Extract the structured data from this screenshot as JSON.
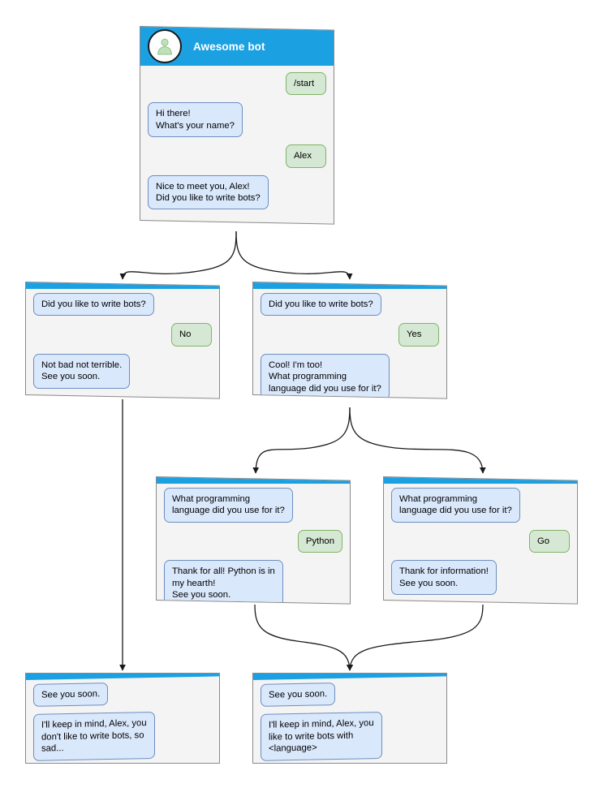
{
  "diagram": {
    "type": "chatbot-conversation-flowchart",
    "colors": {
      "header_blue": "#1ba1e2",
      "card_background": "#f4f4f4",
      "card_border": "#8a8a8a",
      "bot_bubble_fill": "#dae8fc",
      "bot_bubble_border": "#6c8ebf",
      "user_bubble_fill": "#d5e8d4",
      "user_bubble_border": "#82b366",
      "edge_color": "#1a1a1a",
      "page_background": "#ffffff"
    }
  },
  "root": {
    "bot_name": "Awesome bot",
    "avatar_icon": "person-avatar-icon",
    "messages": [
      {
        "side": "user",
        "text": "/start"
      },
      {
        "side": "bot",
        "text": "Hi there!\nWhat's your name?"
      },
      {
        "side": "user",
        "text": "Alex"
      },
      {
        "side": "bot",
        "text": "Nice to meet you, Alex!\nDid you like to write bots?"
      }
    ]
  },
  "nodes": [
    {
      "id": "no-branch",
      "messages": [
        {
          "side": "bot",
          "text": "Did you like to write bots?"
        },
        {
          "side": "user",
          "text": "No"
        },
        {
          "side": "bot",
          "text": "Not bad not terrible.\nSee you soon."
        }
      ]
    },
    {
      "id": "yes-branch",
      "messages": [
        {
          "side": "bot",
          "text": "Did you like to write bots?"
        },
        {
          "side": "user",
          "text": "Yes"
        },
        {
          "side": "bot",
          "text": "Cool! I'm too!\nWhat programming\nlanguage did you use for it?"
        }
      ]
    },
    {
      "id": "python-branch",
      "messages": [
        {
          "side": "bot",
          "text": "What programming\nlanguage did you use for it?"
        },
        {
          "side": "user",
          "text": "Python"
        },
        {
          "side": "bot",
          "text": "Thank for all! Python is in\nmy hearth!\nSee you soon."
        }
      ]
    },
    {
      "id": "go-branch",
      "messages": [
        {
          "side": "bot",
          "text": "What programming\nlanguage did you use for it?"
        },
        {
          "side": "user",
          "text": "Go"
        },
        {
          "side": "bot",
          "text": "Thank for information!\nSee you soon."
        }
      ]
    },
    {
      "id": "end-no",
      "messages": [
        {
          "side": "bot",
          "text": "See you soon."
        },
        {
          "side": "bot",
          "text": "I'll keep in mind, Alex, you\ndon't like to write bots, so\nsad..."
        }
      ]
    },
    {
      "id": "end-yes",
      "messages": [
        {
          "side": "bot",
          "text": "See you soon."
        },
        {
          "side": "bot",
          "text": "I'll keep in mind, Alex, you\nlike to write bots with\n<language>"
        }
      ]
    }
  ]
}
